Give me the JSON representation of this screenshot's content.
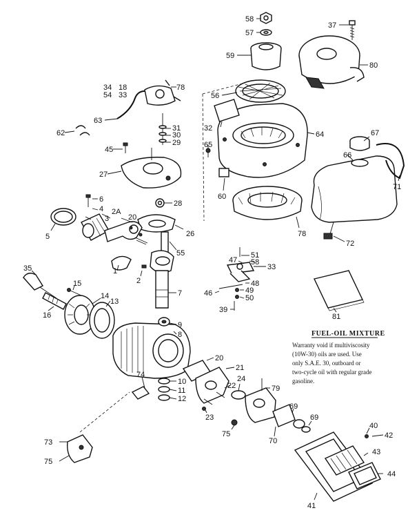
{
  "labels": {
    "p58": "58",
    "p57": "57",
    "p37": "37",
    "p59": "59",
    "p80": "80",
    "p56": "56",
    "p34": "34",
    "p18": "18",
    "p33": "33",
    "p54": "54",
    "p63": "63",
    "p32": "32",
    "p31": "31",
    "p30": "30",
    "p29": "29",
    "p62": "62",
    "p45": "45",
    "p65": "65",
    "p64": "64",
    "p67": "67",
    "p66": "66",
    "p27": "27",
    "p60": "60",
    "p71": "71",
    "p6": "6",
    "p28": "28",
    "p4": "4",
    "p2a": "2A",
    "p3": "3",
    "p20": "20",
    "p26": "26",
    "p5": "5",
    "p1": "1",
    "p55": "55",
    "p78": "78",
    "p72": "72",
    "p51": "51",
    "p47": "47",
    "p58b": "58",
    "p33b": "33",
    "p35": "35",
    "p2": "2",
    "p48": "48",
    "p49": "49",
    "p46": "46",
    "p50": "50",
    "p39": "39",
    "p15": "15",
    "p7": "7",
    "p81": "81",
    "p14": "14",
    "p13": "13",
    "p16": "16",
    "p9": "9",
    "p8": "8",
    "p20b": "20",
    "p21": "21",
    "p74": "74",
    "p10": "10",
    "p22": "22",
    "p24": "24",
    "p79": "79",
    "p11": "11",
    "p12": "12",
    "p23": "23",
    "p69a": "69",
    "p69b": "69",
    "p40": "40",
    "p42": "42",
    "p75": "75",
    "p70": "70",
    "p43": "43",
    "p73": "73",
    "p75b": "75",
    "p44": "44",
    "p41": "41"
  },
  "note": {
    "title": "FUEL-OIL MIXTURE",
    "line1": "Warranty void if multiviscosity",
    "line2": "(10W-30) oils are used. Use",
    "line3": "only S.A.E. 30, outboard or",
    "line4": "two-cycle oil with regular grade",
    "line5": "gasoline."
  }
}
